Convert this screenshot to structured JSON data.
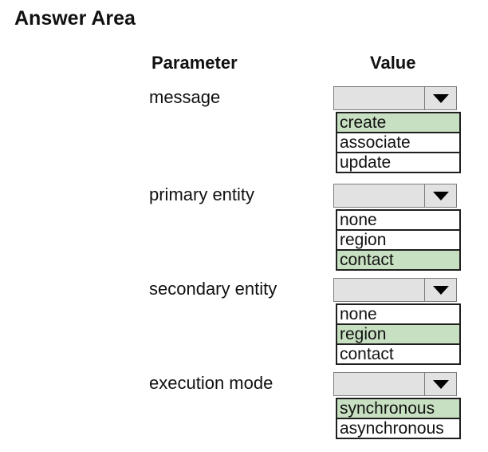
{
  "title": "Answer Area",
  "columns": {
    "parameter": "Parameter",
    "value": "Value"
  },
  "colors": {
    "highlight_green": "#c8e0c2",
    "combobox_fill": "#e2e2e2",
    "combobox_border": "#7b7b7b",
    "listbox_border": "#1f1f1f",
    "arrow_color": "#000000"
  },
  "rows": [
    {
      "parameter": "message",
      "options": [
        {
          "label": "create",
          "selected": true
        },
        {
          "label": "associate",
          "selected": false
        },
        {
          "label": "update",
          "selected": false
        }
      ]
    },
    {
      "parameter": "primary entity",
      "options": [
        {
          "label": "none",
          "selected": false
        },
        {
          "label": "region",
          "selected": false
        },
        {
          "label": "contact",
          "selected": true
        }
      ]
    },
    {
      "parameter": "secondary entity",
      "options": [
        {
          "label": "none",
          "selected": false
        },
        {
          "label": "region",
          "selected": true
        },
        {
          "label": "contact",
          "selected": false
        }
      ]
    },
    {
      "parameter": "execution mode",
      "options": [
        {
          "label": "synchronous",
          "selected": true
        },
        {
          "label": "asynchronous",
          "selected": false
        }
      ]
    }
  ]
}
